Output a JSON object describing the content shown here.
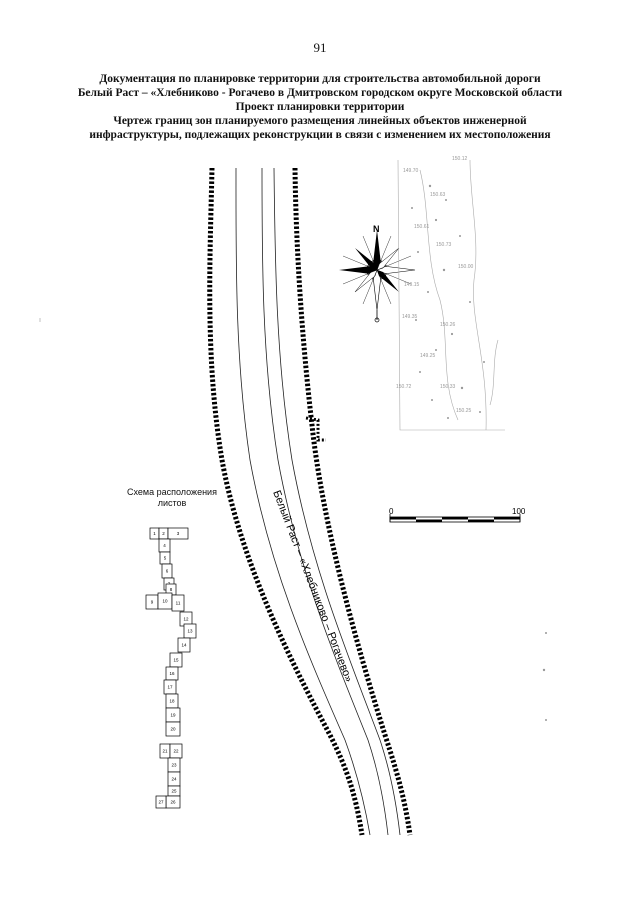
{
  "page_number": "91",
  "header": {
    "line1": "Документация по планировке территории для строительства автомобильной дороги",
    "line2": "Белый Раст – «Хлебниково - Рогачево в Дмитровском городском округе Московской области",
    "line3": "Проект планировки территории",
    "line4": "Чертеж границ зон планируемого размещения линейных объектов инженерной",
    "line5": "инфраструктуры, подлежащих реконструкции в связи с изменением их местоположения"
  },
  "road_label": "Белый Раст – «Хлебниково – Рогачево»",
  "north_arrow_label": "N",
  "scale_bar": {
    "start": "0",
    "end": "100"
  },
  "layout_scheme": {
    "title_line1": "Схема расположения",
    "title_line2": "листов",
    "sheets": [
      "1",
      "2",
      "3",
      "4",
      "5",
      "6",
      "7",
      "8",
      "9",
      "10",
      "11",
      "12",
      "13",
      "14",
      "15",
      "16",
      "17",
      "18",
      "19",
      "20",
      "21",
      "22",
      "23",
      "24",
      "25",
      "26",
      "27"
    ]
  },
  "elevations": [
    "149.70",
    "150.12",
    "150.63",
    "150.61",
    "150.73",
    "149.15",
    "150.00",
    "149.35",
    "150.26",
    "149.25",
    "150.72",
    "150.33",
    "150.25"
  ]
}
